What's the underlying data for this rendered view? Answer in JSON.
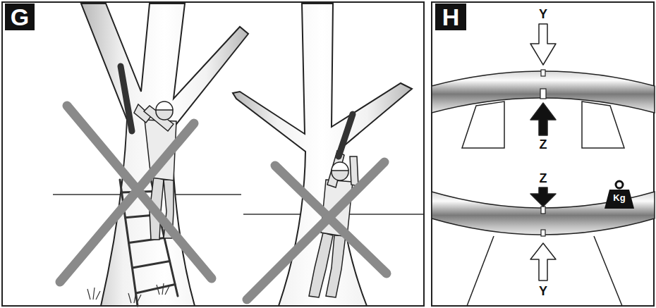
{
  "diagram": {
    "nodes": [
      {
        "text": [
          "G"
        ]
      },
      {
        "text": [
          "H"
        ]
      },
      {
        "text": [
          "Kg"
        ]
      }
    ],
    "labels": [
      "Y",
      "Z",
      "Z",
      "Y"
    ]
  }
}
